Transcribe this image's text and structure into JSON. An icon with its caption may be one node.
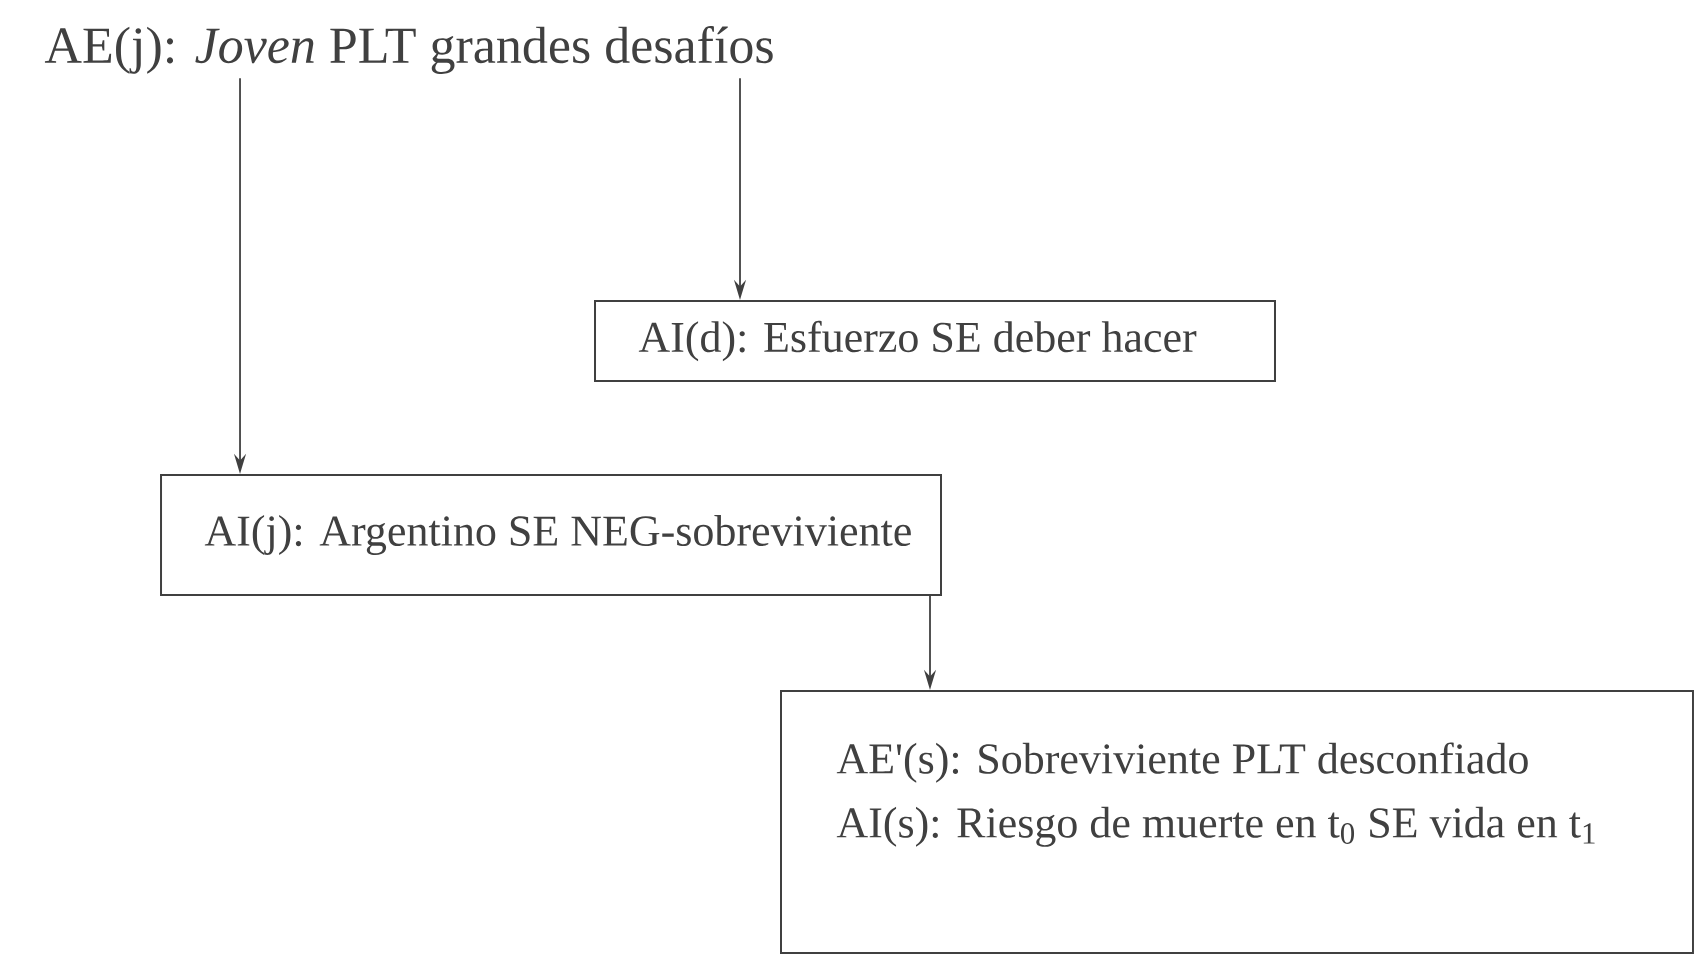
{
  "diagram": {
    "nodes": [
      {
        "text": [
          "AE(j): *Joven* PLT grandes desafíos"
        ]
      },
      {
        "text": [
          "AI(d): Esfuerzo SE deber hacer"
        ]
      },
      {
        "text": [
          "AI(j): Argentino SE NEG-sobreviviente"
        ]
      },
      {
        "text": [
          "AE'(s): Sobreviviente PLT desconfiado",
          "AI(s): Riesgo de muerte en t$_{0}$ SE vida en t$_{1}$"
        ]
      }
    ],
    "edges": [
      {
        "from": 0,
        "to": 2,
        "arrow": "to"
      },
      {
        "from": 0,
        "to": 1,
        "arrow": "to"
      },
      {
        "from": 2,
        "to": 3,
        "arrow": "to"
      }
    ]
  }
}
